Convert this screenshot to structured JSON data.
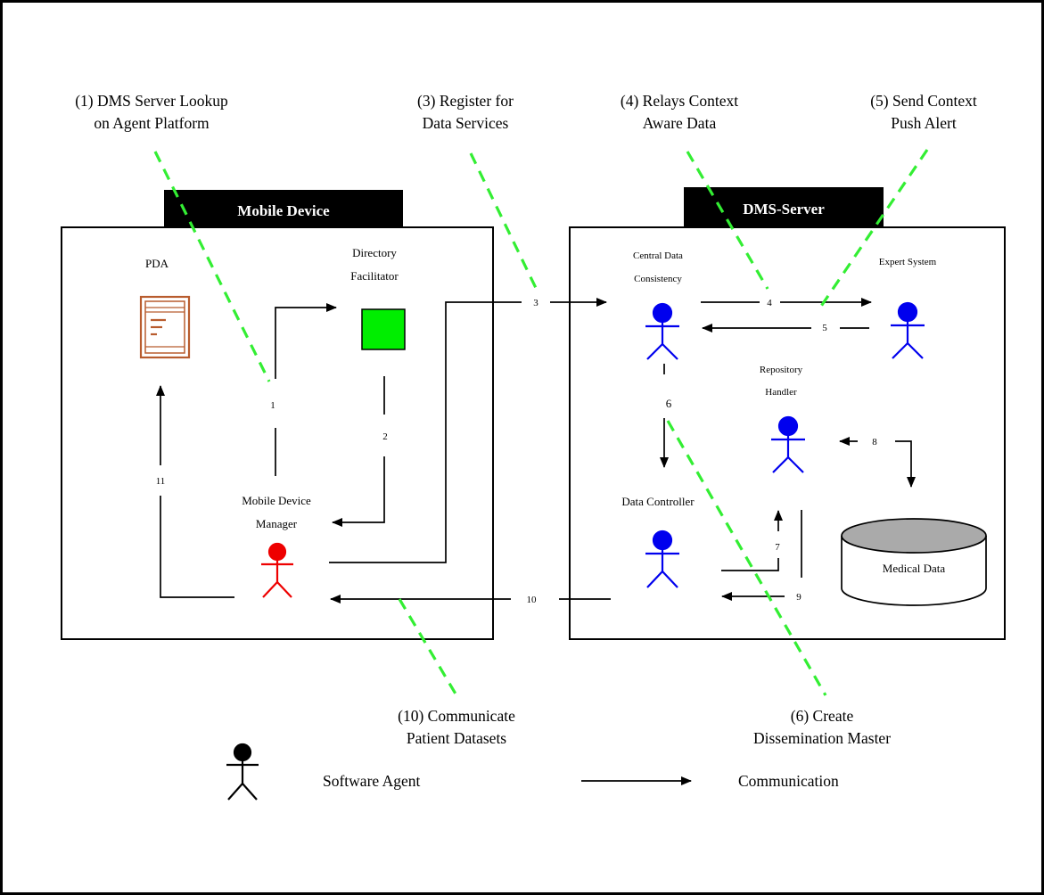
{
  "annotations": {
    "a1": [
      "(1) DMS Server Lookup",
      "on Agent Platform"
    ],
    "a3": [
      "(3) Register for",
      "Data Services"
    ],
    "a4": [
      "(4) Relays Context",
      "Aware Data"
    ],
    "a5": [
      "(5) Send Context",
      "Push Alert"
    ],
    "a10": [
      "(10) Communicate",
      "Patient Datasets"
    ],
    "a6": [
      "(6) Create",
      "Dissemination Master"
    ]
  },
  "mobile_device": {
    "title": "Mobile Device",
    "pda_label": "PDA",
    "directory_facilitator": [
      "Directory",
      "Facilitator"
    ],
    "manager": [
      "Mobile Device",
      "Manager"
    ]
  },
  "dms_server": {
    "title": "DMS-Server",
    "central": [
      "Central Data",
      "Consistency"
    ],
    "expert": "Expert System",
    "repository": [
      "Repository",
      "Handler"
    ],
    "data_controller": "Data Controller",
    "medical_data": "Medical Data"
  },
  "flow_numbers": {
    "n1": "1",
    "n2": "2",
    "n3": "3",
    "n4": "4",
    "n5": "5",
    "n6": "6",
    "n7": "7",
    "n8": "8",
    "n9": "9",
    "n10": "10",
    "n11": "11"
  },
  "legend": {
    "agent_label": "Software Agent",
    "communication_label": "Communication"
  },
  "colors": {
    "green_annotation_line": "#33ee33",
    "directory_facilitator": "#00ee00",
    "mobile_agent": "#ee0000",
    "server_agent": "#0000ee",
    "pda_icon": "#b85c2e",
    "title_bar": "#000000",
    "database_top": "#aaaaaa"
  },
  "icons": {
    "pda": "pda-document-icon",
    "agent": "stick-figure-agent-icon",
    "database": "cylinder-database-icon"
  }
}
